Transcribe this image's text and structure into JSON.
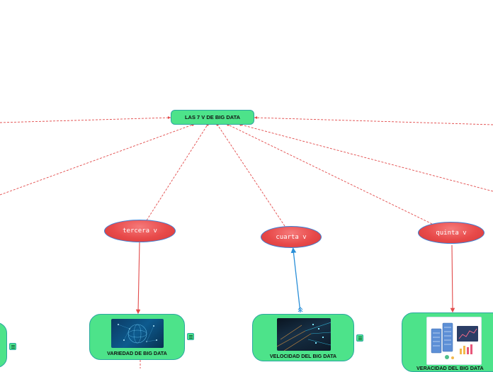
{
  "root": {
    "label": "LAS 7 V DE BIG DATA"
  },
  "branches": [
    {
      "label": "tercera v"
    },
    {
      "label": "cuarta v"
    },
    {
      "label": "quinta v"
    }
  ],
  "cards": [
    {
      "label": "VARIEDAD DE BIG DATA",
      "image": "network-globe-image"
    },
    {
      "label": "VELOCIDAD DEL BIG DATA",
      "image": "digital-data-image"
    },
    {
      "label": "VERACIDAD DEL BIG DATA",
      "image": "servers-analytics-image"
    }
  ],
  "colors": {
    "node_fill": "#4de38a",
    "node_border": "#2aa7a0",
    "oval_fill": "#e84a4a",
    "oval_border": "#3a7fd5",
    "dashed_connector": "#e24a4a",
    "solid_connector_red": "#e24a4a",
    "solid_connector_blue": "#2a8fd8"
  }
}
